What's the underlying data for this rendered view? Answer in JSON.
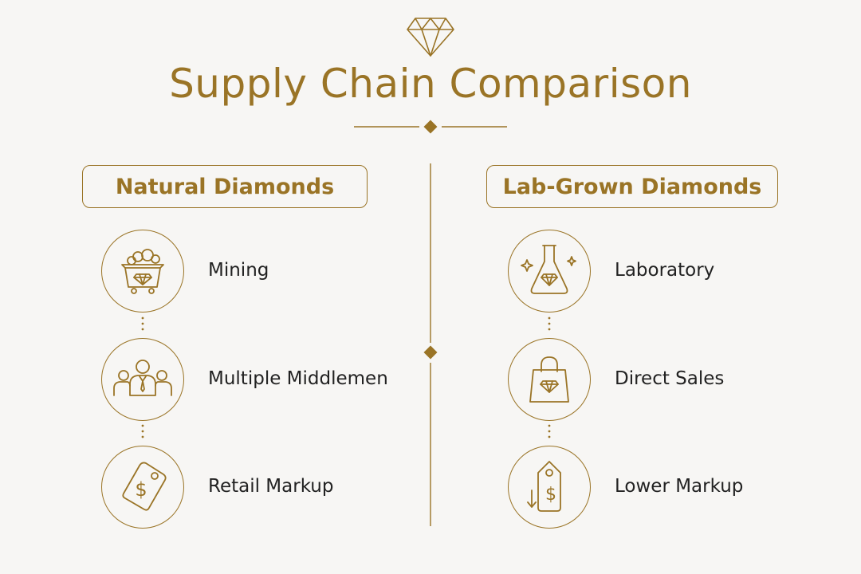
{
  "title": "Supply Chain Comparison",
  "colors": {
    "accent": "#9a7426",
    "text": "#222222",
    "background": "#f7f6f4"
  },
  "columns": {
    "natural": {
      "header": "Natural Diamonds",
      "steps": [
        {
          "label": "Mining",
          "icon": "mine-cart-icon"
        },
        {
          "label": "Multiple Middlemen",
          "icon": "people-group-icon"
        },
        {
          "label": "Retail Markup",
          "icon": "price-tag-icon"
        }
      ]
    },
    "lab": {
      "header": "Lab-Grown Diamonds",
      "steps": [
        {
          "label": "Laboratory",
          "icon": "flask-icon"
        },
        {
          "label": "Direct Sales",
          "icon": "shopping-bag-icon"
        },
        {
          "label": "Lower Markup",
          "icon": "price-tag-down-icon"
        }
      ]
    }
  }
}
